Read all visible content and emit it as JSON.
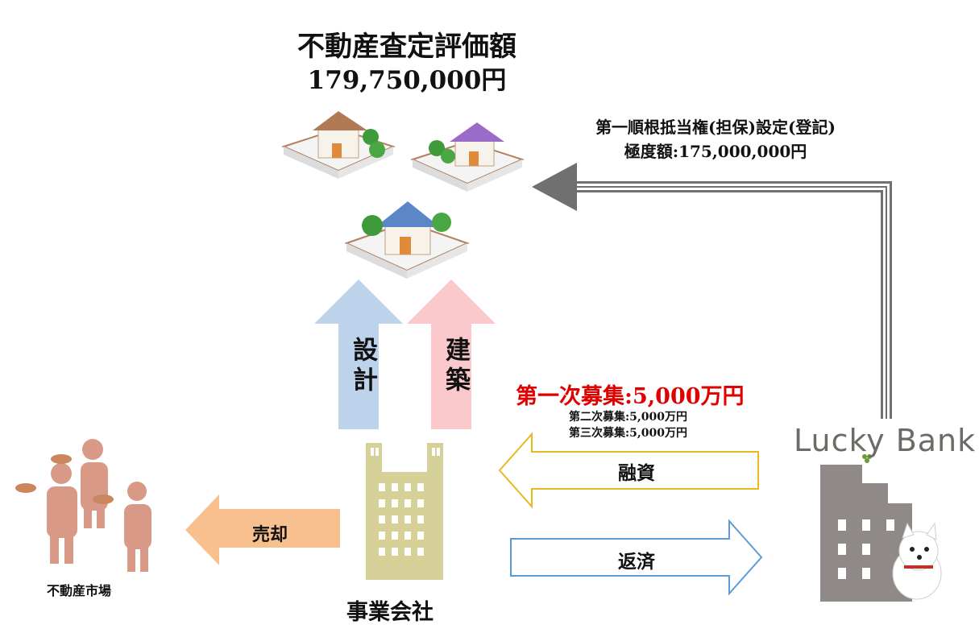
{
  "valuation": {
    "label": "不動産査定評価額",
    "amount": "179,750,000円"
  },
  "mortgage": {
    "line1": "第一順根抵当権(担保)設定(登記)",
    "line2": "極度額:175,000,000円"
  },
  "recruitment": {
    "first": "第一次募集:5,000万円",
    "second": "第二次募集:5,000万円",
    "third": "第三次募集:5,000万円"
  },
  "arrows": {
    "design": "設計",
    "build": "建築",
    "loan": "融資",
    "repay": "返済",
    "sell": "売却"
  },
  "entities": {
    "company": "事業会社",
    "market": "不動産市場",
    "bank_logo": "Lucky Bank"
  },
  "colors": {
    "design_arrow": "#bdd3ec",
    "build_arrow": "#fbc8cc",
    "loan_arrow_border": "#e8b820",
    "repay_arrow_border": "#5b9bd5",
    "sell_arrow": "#f8c08e",
    "mortgage_arrow": "#707070",
    "company_building": "#d5d199",
    "bank_building": "#8f8a88",
    "people": "#d89a87",
    "highlight_text": "#e00000"
  }
}
